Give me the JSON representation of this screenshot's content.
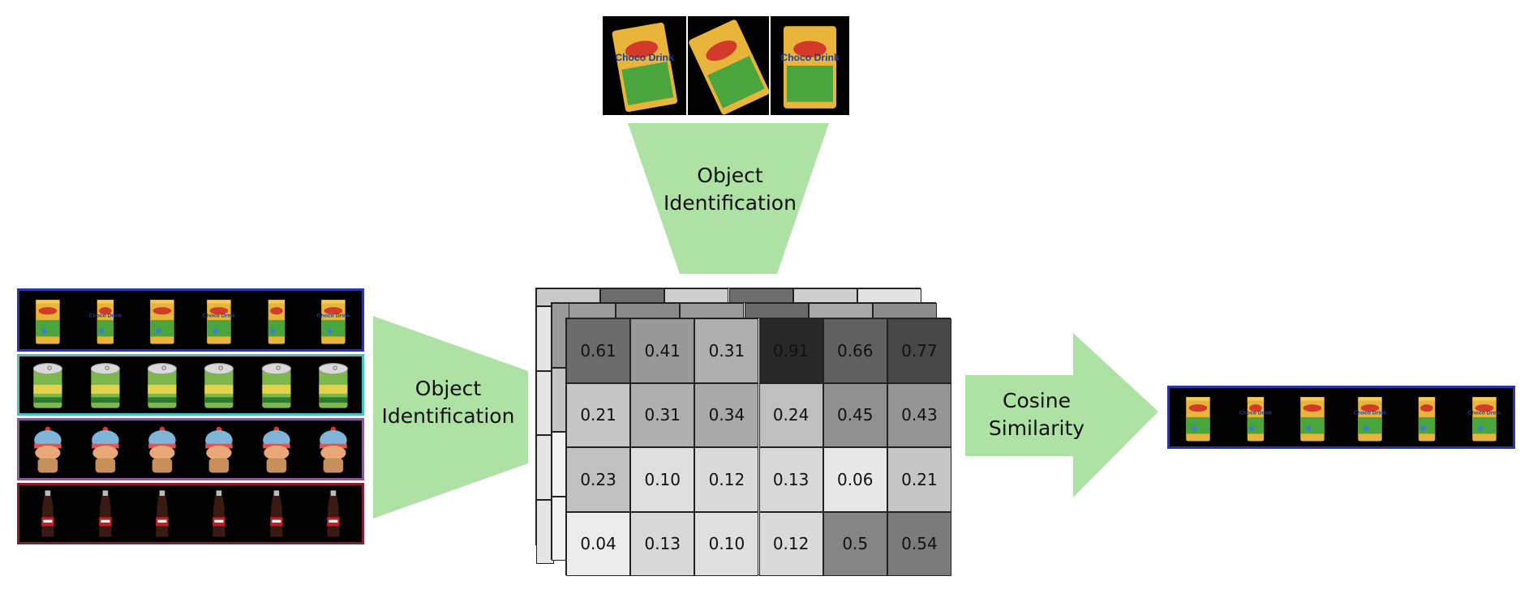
{
  "top_images": [
    {
      "icon": "choco-drink-box-photo",
      "text": "Choco Drink"
    },
    {
      "icon": "choco-drink-box-photo",
      "text": ""
    },
    {
      "icon": "choco-drink-box-photo",
      "text": "Choco Drink"
    }
  ],
  "top_funnel": {
    "label_line1": "Object",
    "label_line2": "Identification"
  },
  "left_funnel": {
    "label_line1": "Object",
    "label_line2": "Identification"
  },
  "arrow": {
    "label_line1": "Cosine",
    "label_line2": "Similarity"
  },
  "gallery_rows": [
    {
      "object": "choco-drink-box",
      "border_color": "#2b33b0",
      "item_count": 6,
      "text": "Choco Drink"
    },
    {
      "object": "corn-can",
      "border_color": "#3ec4c4",
      "item_count": 6,
      "text": ""
    },
    {
      "object": "toy-figure",
      "border_color": "#8a5a9a",
      "item_count": 6,
      "text": ""
    },
    {
      "object": "coke-bottle",
      "border_color": "#8b1a2e",
      "item_count": 6,
      "text": ""
    }
  ],
  "result_row": {
    "object": "choco-drink-box",
    "border_color": "#2b33b0",
    "item_count": 6,
    "text": "Choco Drink"
  },
  "matrix": {
    "rows": [
      [
        "0.61",
        "0.41",
        "0.31",
        "0.91",
        "0.66",
        "0.77"
      ],
      [
        "0.21",
        "0.31",
        "0.34",
        "0.24",
        "0.45",
        "0.43"
      ],
      [
        "0.23",
        "0.10",
        "0.12",
        "0.13",
        "0.06",
        "0.21"
      ],
      [
        "0.04",
        "0.13",
        "0.10",
        "0.12",
        "0.5",
        "0.54"
      ]
    ]
  },
  "colors": {
    "funnel_green": "#aee2a5",
    "box_yellow": "#e8b43a",
    "box_green": "#4aa63c",
    "corn_green": "#7db84a",
    "toy_blue": "#7fb6d8",
    "toy_skin": "#e8a878",
    "coke_red": "#c41e24"
  }
}
